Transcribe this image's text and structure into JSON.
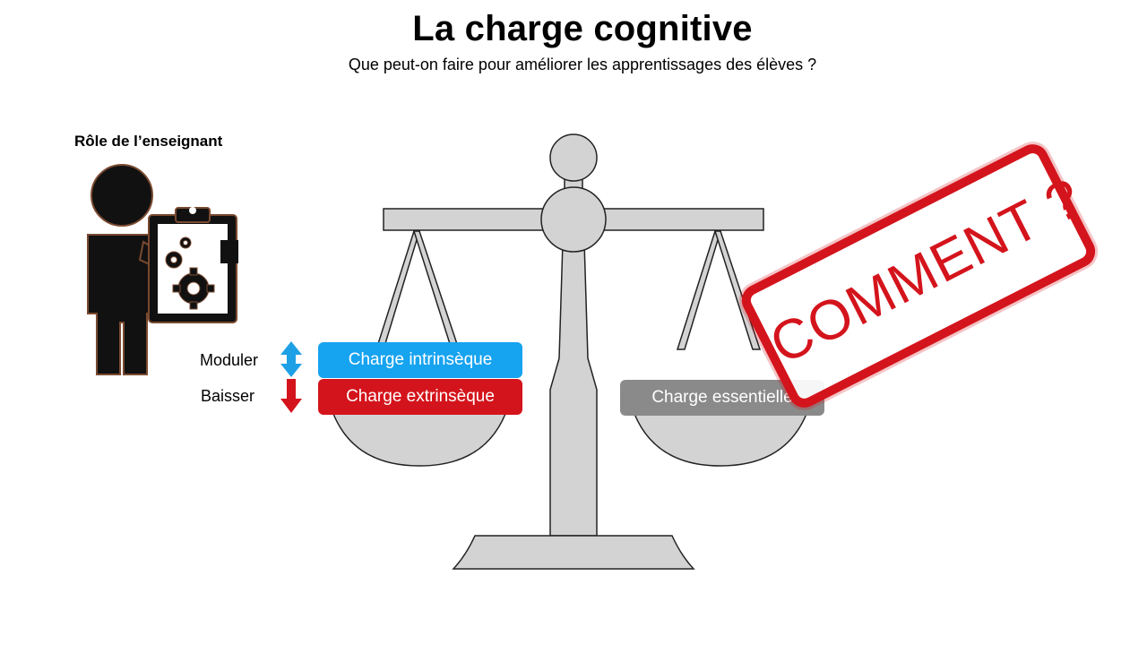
{
  "header": {
    "title": "La charge cognitive",
    "subtitle": "Que peut-on faire pour améliorer les apprentissages des élèves ?"
  },
  "teacher": {
    "role_title": "Rôle de l’enseignant"
  },
  "actions": [
    {
      "label": "Moduler",
      "direction": "up-down",
      "color": "#1ea0e6"
    },
    {
      "label": "Baisser",
      "direction": "down",
      "color": "#d4141c"
    }
  ],
  "loads": {
    "intrinsic": {
      "label": "Charge intrinsèque",
      "color": "#16a3f0"
    },
    "extrinsic": {
      "label": "Charge extrinsèque",
      "color": "#d4141c"
    },
    "essential": {
      "label": "Charge essentielle",
      "color": "#8a8a8a"
    }
  },
  "stamp": {
    "text": "COMMENT ?",
    "color": "#d4141c"
  },
  "colors": {
    "scale_fill": "#d3d3d3",
    "scale_stroke": "#222222"
  }
}
